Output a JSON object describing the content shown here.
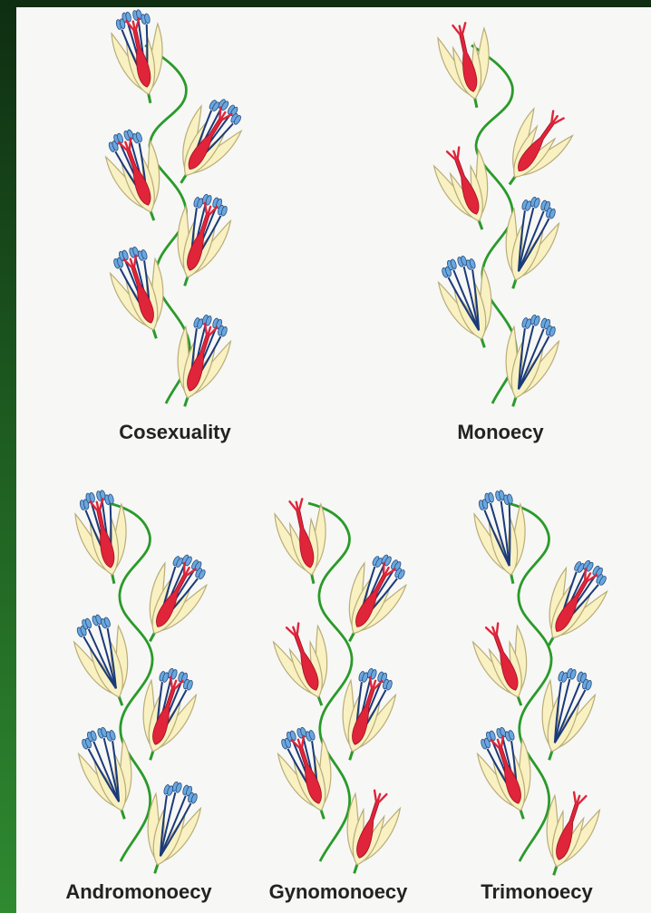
{
  "labels": {
    "cosexuality": "Cosexuality",
    "monoecy": "Monoecy",
    "andromonoecy": "Andromonoecy",
    "gynomonoecy": "Gynomonoecy",
    "trimonoecy": "Trimonoecy"
  },
  "colors": {
    "stem": "#2a9a2a",
    "perianth": "#f9f1c2",
    "perianth_edge": "#b8ad78",
    "pistil": "#e0243a",
    "stamen_filament": "#1a3a7a",
    "anther": "#6aa7df"
  },
  "inflorescences": [
    {
      "name": "Cosexuality",
      "flowers": [
        "bisexual",
        "bisexual",
        "bisexual",
        "bisexual",
        "bisexual",
        "bisexual"
      ]
    },
    {
      "name": "Monoecy",
      "flowers": [
        "female",
        "female",
        "female",
        "male",
        "male",
        "male"
      ]
    },
    {
      "name": "Andromonoecy",
      "flowers": [
        "bisexual",
        "bisexual",
        "male",
        "bisexual",
        "male",
        "male"
      ]
    },
    {
      "name": "Gynomonoecy",
      "flowers": [
        "female",
        "bisexual",
        "female",
        "bisexual",
        "bisexual",
        "female"
      ]
    },
    {
      "name": "Trimonoecy",
      "flowers": [
        "male",
        "bisexual",
        "female",
        "male",
        "bisexual",
        "female"
      ]
    }
  ]
}
